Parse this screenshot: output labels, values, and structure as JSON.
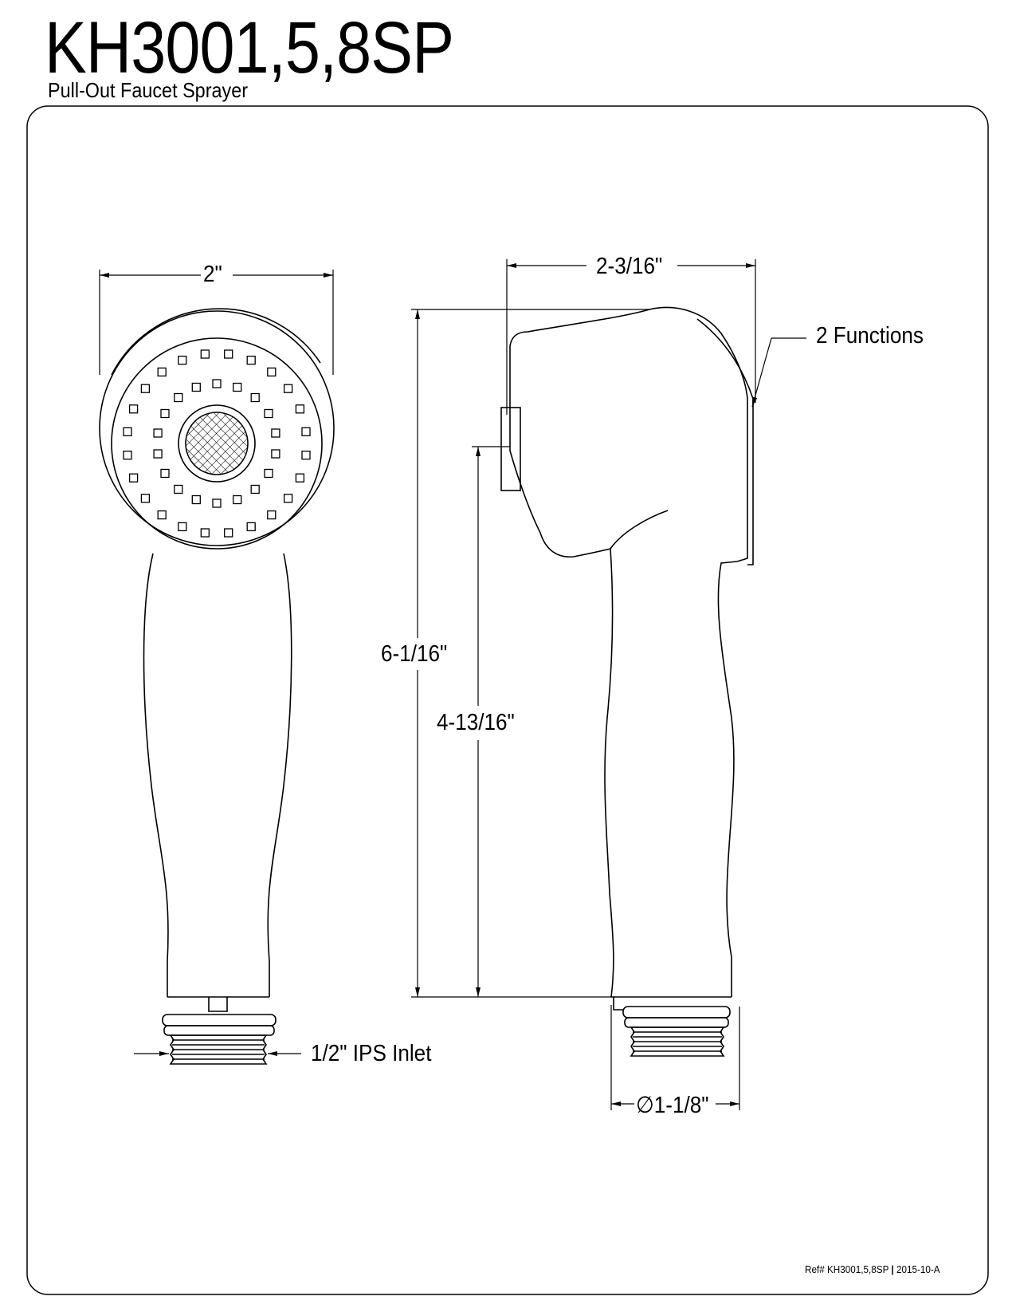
{
  "header": {
    "model": "KH3001,5,8SP",
    "description": "Pull-Out Faucet Sprayer"
  },
  "dimensions": {
    "front_width": "2\"",
    "side_width": "2-3/16\"",
    "overall_height": "6-1/16\"",
    "body_height": "4-13/16\"",
    "functions_callout": "2 Functions",
    "inlet": "1/2\" IPS Inlet",
    "base_diameter": "∅1-1/8\""
  },
  "footer": {
    "ref": "Ref# KH3001,5,8SP",
    "separator": "|",
    "revision": "2015-10-A"
  }
}
